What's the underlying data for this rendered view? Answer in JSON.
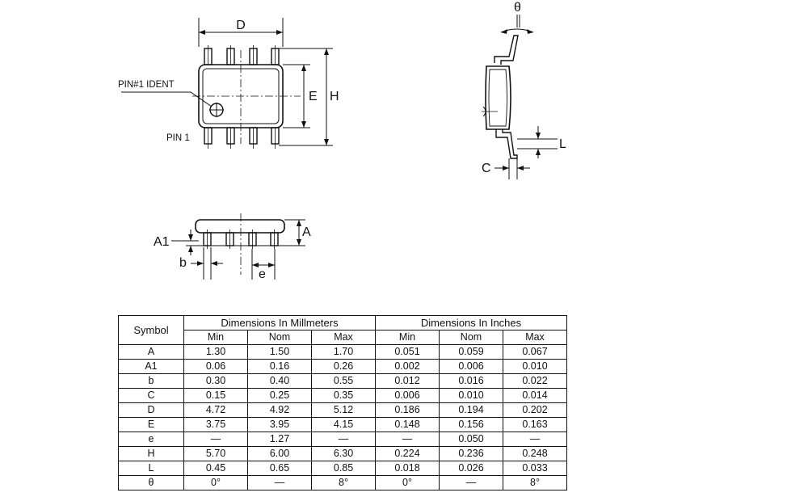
{
  "diagram": {
    "top_view": {
      "dim_D": "D",
      "dim_E": "E",
      "dim_H": "H",
      "pin1_ident_label": "PIN#1 IDENT",
      "pin1_label": "PIN 1"
    },
    "side_view": {
      "dim_theta": "θ",
      "dim_L": "L",
      "dim_C": "C"
    },
    "front_view": {
      "dim_A": "A",
      "dim_A1": "A1",
      "dim_b": "b",
      "dim_e": "e"
    }
  },
  "table": {
    "symbol_header": "Symbol",
    "mm_header": "Dimensions In Millmeters",
    "in_header": "Dimensions In Inches",
    "sub_headers": [
      "Min",
      "Nom",
      "Max",
      "Min",
      "Nom",
      "Max"
    ],
    "rows": [
      {
        "symbol": "A",
        "values": [
          "1.30",
          "1.50",
          "1.70",
          "0.051",
          "0.059",
          "0.067"
        ]
      },
      {
        "symbol": "A1",
        "values": [
          "0.06",
          "0.16",
          "0.26",
          "0.002",
          "0.006",
          "0.010"
        ]
      },
      {
        "symbol": "b",
        "values": [
          "0.30",
          "0.40",
          "0.55",
          "0.012",
          "0.016",
          "0.022"
        ]
      },
      {
        "symbol": "C",
        "values": [
          "0.15",
          "0.25",
          "0.35",
          "0.006",
          "0.010",
          "0.014"
        ]
      },
      {
        "symbol": "D",
        "values": [
          "4.72",
          "4.92",
          "5.12",
          "0.186",
          "0.194",
          "0.202"
        ]
      },
      {
        "symbol": "E",
        "values": [
          "3.75",
          "3.95",
          "4.15",
          "0.148",
          "0.156",
          "0.163"
        ]
      },
      {
        "symbol": "e",
        "values": [
          "—",
          "1.27",
          "—",
          "—",
          "0.050",
          "—"
        ]
      },
      {
        "symbol": "H",
        "values": [
          "5.70",
          "6.00",
          "6.30",
          "0.224",
          "0.236",
          "0.248"
        ]
      },
      {
        "symbol": "L",
        "values": [
          "0.45",
          "0.65",
          "0.85",
          "0.018",
          "0.026",
          "0.033"
        ]
      },
      {
        "symbol": "θ",
        "values": [
          "0°",
          "—",
          "8°",
          "0°",
          "—",
          "8°"
        ]
      }
    ]
  }
}
